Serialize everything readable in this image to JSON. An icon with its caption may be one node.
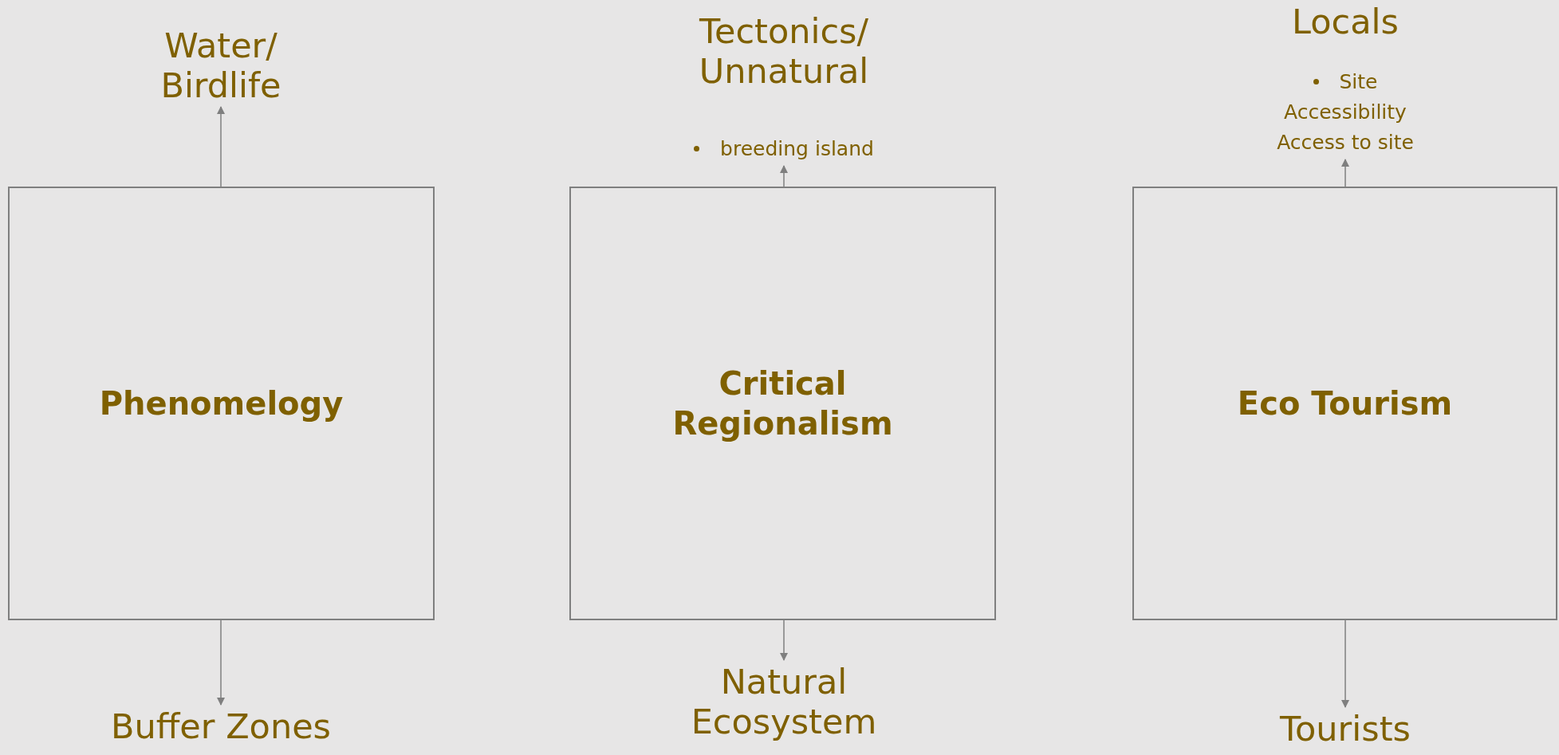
{
  "diagram": {
    "nodes": [
      {
        "text": [
          "Water/ Birdlife"
        ]
      },
      {
        "text": [
          "Phenomelogy"
        ]
      },
      {
        "text": [
          "Buffer Zones"
        ]
      },
      {
        "text": [
          "Tectonics/ Unnatural",
          "breeding island"
        ]
      },
      {
        "text": [
          "Critical Regionalism"
        ]
      },
      {
        "text": [
          "Natural Ecosystem"
        ]
      },
      {
        "text": [
          "Locals",
          "Site Accessibility",
          "Access to site"
        ]
      },
      {
        "text": [
          "Eco Tourism"
        ]
      },
      {
        "text": [
          "Tourists"
        ]
      }
    ],
    "edges": [
      {
        "from": 1,
        "to": 0,
        "arrow": "to"
      },
      {
        "from": 1,
        "to": 2,
        "arrow": "to"
      },
      {
        "from": 4,
        "to": 3,
        "arrow": "to"
      },
      {
        "from": 4,
        "to": 5,
        "arrow": "to"
      },
      {
        "from": 7,
        "to": 6,
        "arrow": "to"
      },
      {
        "from": 7,
        "to": 8,
        "arrow": "to"
      }
    ]
  }
}
